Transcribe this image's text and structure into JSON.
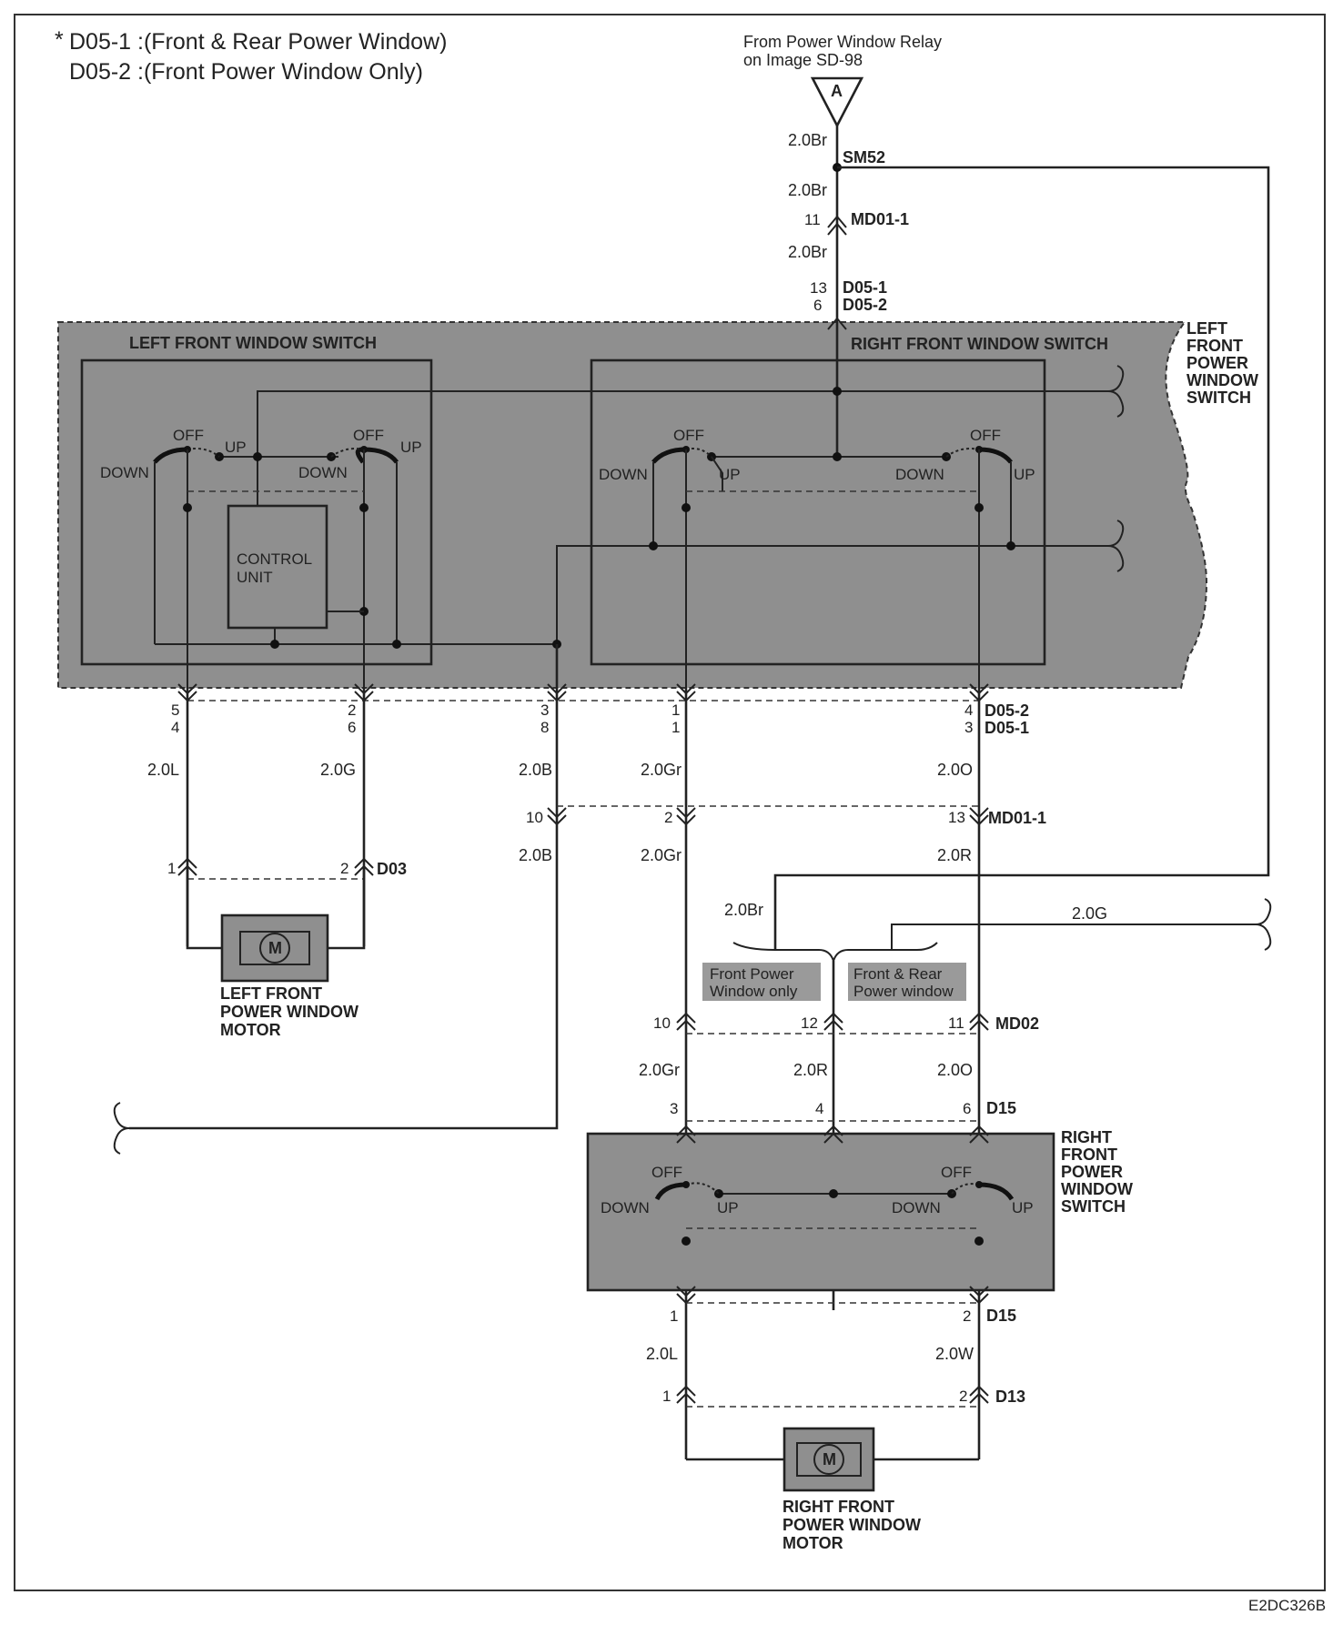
{
  "notes": {
    "star": "*",
    "d05_1": "D05-1 :(Front & Rear Power Window)",
    "d05_2": "D05-2 :(Front Power Window Only)"
  },
  "source": {
    "line1": "From Power Window Relay",
    "line2": "on Image SD-98",
    "connector": "A"
  },
  "splice": "SM52",
  "connectors": {
    "md01_1": "MD01-1",
    "d05_1": "D05-1",
    "d05_2": "D05-2",
    "d03": "D03",
    "md02": "MD02",
    "d15": "D15",
    "d13": "D13"
  },
  "wires": {
    "br": "2.0Br",
    "l": "2.0L",
    "g": "2.0G",
    "b": "2.0B",
    "gr": "2.0Gr",
    "o": "2.0O",
    "r": "2.0R",
    "w": "2.0W"
  },
  "pins": {
    "p1": "1",
    "p2": "2",
    "p3": "3",
    "p4": "4",
    "p5": "5",
    "p6": "6",
    "p8": "8",
    "p10": "10",
    "p11": "11",
    "p12": "12",
    "p13": "13"
  },
  "switch_labels": {
    "off": "OFF",
    "up": "UP",
    "down": "DOWN"
  },
  "components": {
    "left_front_window_switch": "LEFT FRONT WINDOW SWITCH",
    "right_front_window_switch": "RIGHT FRONT WINDOW SWITCH",
    "control_unit_1": "CONTROL",
    "control_unit_2": "UNIT",
    "lfpws": [
      "LEFT",
      "FRONT",
      "POWER",
      "WINDOW",
      "SWITCH"
    ],
    "rfpws": [
      "RIGHT",
      "FRONT",
      "POWER",
      "WINDOW",
      "SWITCH"
    ],
    "left_motor": [
      "LEFT FRONT",
      "POWER WINDOW",
      "MOTOR"
    ],
    "right_motor": [
      "RIGHT FRONT",
      "POWER WINDOW",
      "MOTOR"
    ],
    "motor_symbol": "M"
  },
  "options": {
    "front_only": [
      "Front Power",
      "Window only"
    ],
    "front_rear": [
      "Front & Rear",
      "Power window"
    ]
  },
  "figure_code": "E2DC326B",
  "colors": {
    "housing": "#8f8f8f",
    "wire": "#222222",
    "option_box": "#9a9a9a"
  }
}
